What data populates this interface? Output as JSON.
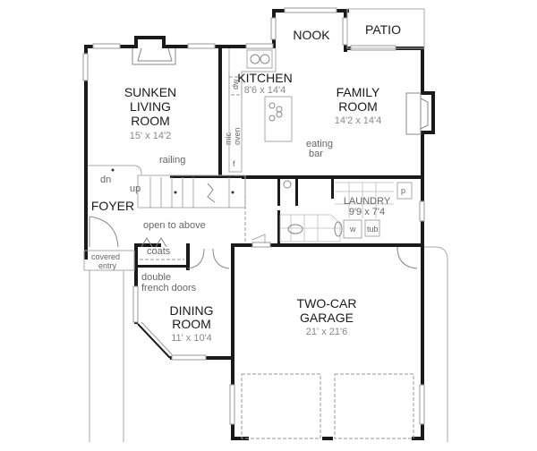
{
  "rooms": {
    "living": {
      "name_lines": [
        "SUNKEN",
        "LIVING",
        "ROOM"
      ],
      "dims": "15' x 14'2"
    },
    "kitchen": {
      "name": "KITCHEN",
      "dims": "8'6 x 14'4"
    },
    "nook": {
      "name": "NOOK"
    },
    "patio": {
      "name": "PATIO"
    },
    "family": {
      "name_lines": [
        "FAMILY",
        "ROOM"
      ],
      "dims": "14'2 x 14'4"
    },
    "foyer": {
      "name": "FOYER"
    },
    "laundry": {
      "name": "LAUNDRY",
      "dims": "9'9 x 7'4"
    },
    "dining": {
      "name_lines": [
        "DINING",
        "ROOM"
      ],
      "dims": "11' x 10'4"
    },
    "garage": {
      "name_lines": [
        "TWO-CAR",
        "GARAGE"
      ],
      "dims": "21' x 21'6"
    }
  },
  "notes": {
    "railing": "railing",
    "dn": "dn",
    "up": "up",
    "open_to_above": "open to above",
    "coats": "coats",
    "covered_entry": [
      "covered",
      "entry"
    ],
    "double_french_doors": [
      "double",
      "french doors"
    ],
    "eating_bar": [
      "eating",
      "bar"
    ],
    "dw": "dw",
    "mic_oven": [
      "mic",
      "oven"
    ],
    "fridge": "f",
    "washer": "w",
    "tub": "tub",
    "pantry": "p"
  }
}
